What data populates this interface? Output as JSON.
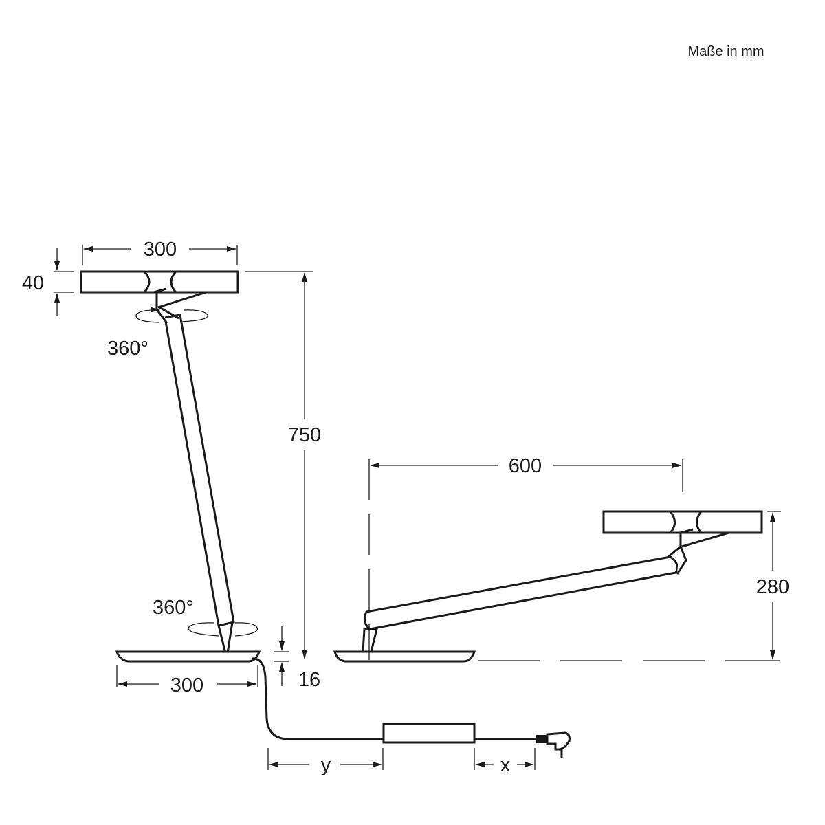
{
  "units_note": "Maße in mm",
  "standing": {
    "head_width": "300",
    "head_height": "40",
    "head_rotation": "360°",
    "total_height": "750",
    "base_rotation": "360°",
    "base_width": "300",
    "base_height": "16"
  },
  "extended": {
    "reach": "600",
    "height": "280"
  },
  "cable": {
    "length_y": "y",
    "length_x": "x"
  }
}
